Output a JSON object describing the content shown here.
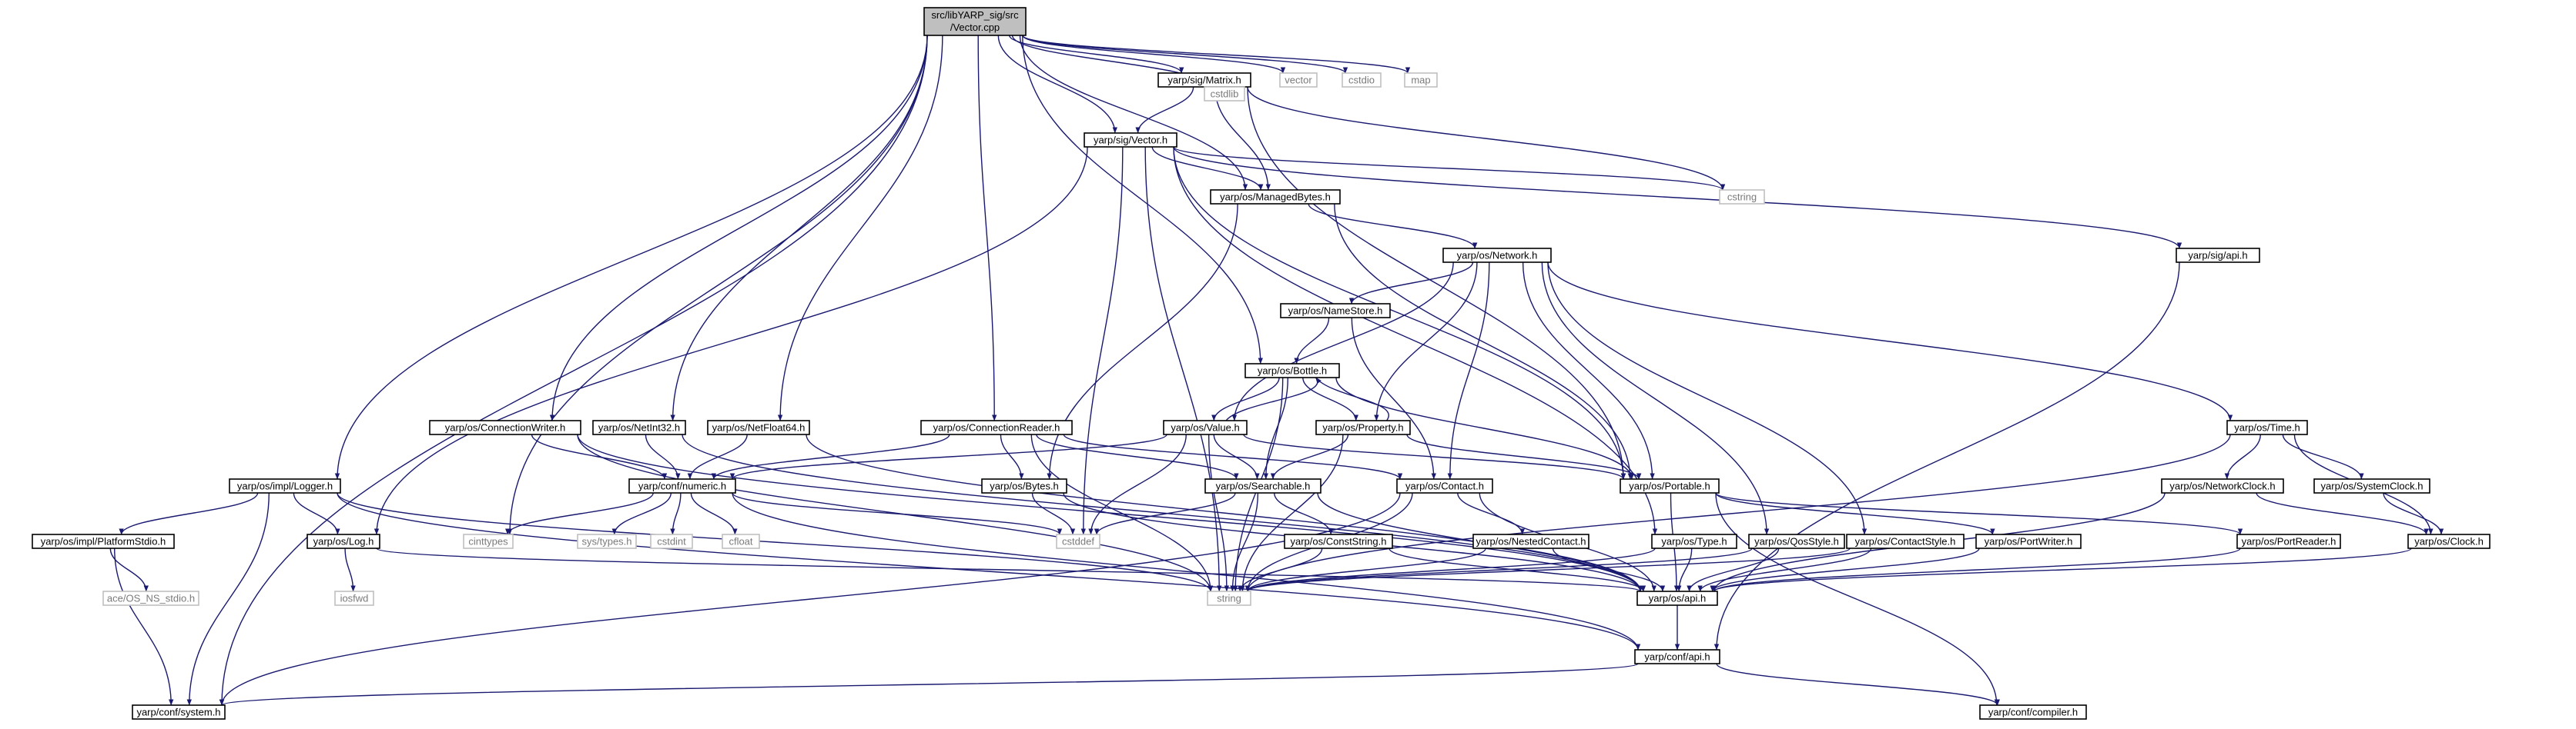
{
  "graph": {
    "root": {
      "line1": "src/libYARP_sig/src",
      "line2": "/Vector.cpp"
    },
    "colors": {
      "root_fill": "#bfbfbf",
      "root_border": "#000000",
      "node_fill": "#ffffff",
      "node_border": "#000000",
      "external_border": "#bfbfbf",
      "edge": "#191970"
    },
    "nodes": {
      "matrix_h": "yarp/sig/Matrix.h",
      "vector": "vector",
      "cstdio": "cstdio",
      "map": "map",
      "vector_h": "yarp/sig/Vector.h",
      "cstdlib": "cstdlib",
      "managedbytes_h": "yarp/os/ManagedBytes.h",
      "cstring": "cstring",
      "sig_api_h": "yarp/sig/api.h",
      "network_h": "yarp/os/Network.h",
      "namestore_h": "yarp/os/NameStore.h",
      "bottle_h": "yarp/os/Bottle.h",
      "connectionwriter_h": "yarp/os/ConnectionWriter.h",
      "netint32_h": "yarp/os/NetInt32.h",
      "netfloat64_h": "yarp/os/NetFloat64.h",
      "connectionreader_h": "yarp/os/ConnectionReader.h",
      "value_h": "yarp/os/Value.h",
      "property_h": "yarp/os/Property.h",
      "time_h": "yarp/os/Time.h",
      "logger_h": "yarp/os/impl/Logger.h",
      "numeric_h": "yarp/conf/numeric.h",
      "bytes_h": "yarp/os/Bytes.h",
      "searchable_h": "yarp/os/Searchable.h",
      "contact_h": "yarp/os/Contact.h",
      "portable_h": "yarp/os/Portable.h",
      "networkclock_h": "yarp/os/NetworkClock.h",
      "systemclock_h": "yarp/os/SystemClock.h",
      "platformstdio_h": "yarp/os/impl/PlatformStdio.h",
      "log_h": "yarp/os/Log.h",
      "cinttypes": "cinttypes",
      "systypes_h": "sys/types.h",
      "cstdint": "cstdint",
      "cfloat": "cfloat",
      "cstddef": "cstddef",
      "conststring_h": "yarp/os/ConstString.h",
      "nestedcontact_h": "yarp/os/NestedContact.h",
      "type_h": "yarp/os/Type.h",
      "qosstyle_h": "yarp/os/QosStyle.h",
      "contactstyle_h": "yarp/os/ContactStyle.h",
      "portwriter_h": "yarp/os/PortWriter.h",
      "portreader_h": "yarp/os/PortReader.h",
      "clock_h": "yarp/os/Clock.h",
      "ace_stdio_h": "ace/OS_NS_stdio.h",
      "iosfwd": "iosfwd",
      "string": "string",
      "os_api_h": "yarp/os/api.h",
      "conf_api_h": "yarp/conf/api.h",
      "system_h": "yarp/conf/system.h",
      "compiler_h": "yarp/conf/compiler.h"
    },
    "edges": [
      [
        "root",
        "matrix_h"
      ],
      [
        "root",
        "vector"
      ],
      [
        "root",
        "cstdio"
      ],
      [
        "root",
        "map"
      ],
      [
        "root",
        "vector_h"
      ],
      [
        "root",
        "cstdlib"
      ],
      [
        "root",
        "managedbytes_h"
      ],
      [
        "root",
        "bottle_h"
      ],
      [
        "root",
        "connectionwriter_h"
      ],
      [
        "root",
        "netint32_h"
      ],
      [
        "root",
        "netfloat64_h"
      ],
      [
        "root",
        "connectionreader_h"
      ],
      [
        "root",
        "logger_h"
      ],
      [
        "root",
        "cinttypes"
      ],
      [
        "root",
        "system_h"
      ],
      [
        "matrix_h",
        "vector_h"
      ],
      [
        "matrix_h",
        "cstdlib"
      ],
      [
        "matrix_h",
        "managedbytes_h"
      ],
      [
        "matrix_h",
        "cstring"
      ],
      [
        "matrix_h",
        "portable_h"
      ],
      [
        "vector_h",
        "managedbytes_h"
      ],
      [
        "vector_h",
        "cstring"
      ],
      [
        "vector_h",
        "sig_api_h"
      ],
      [
        "vector_h",
        "portable_h"
      ],
      [
        "vector_h",
        "log_h"
      ],
      [
        "vector_h",
        "string"
      ],
      [
        "vector_h",
        "cstddef"
      ],
      [
        "vector_h",
        "type_h"
      ],
      [
        "managedbytes_h",
        "network_h"
      ],
      [
        "managedbytes_h",
        "bytes_h"
      ],
      [
        "managedbytes_h",
        "portable_h"
      ],
      [
        "sig_api_h",
        "conf_api_h"
      ],
      [
        "network_h",
        "namestore_h"
      ],
      [
        "network_h",
        "value_h"
      ],
      [
        "network_h",
        "property_h"
      ],
      [
        "network_h",
        "contact_h"
      ],
      [
        "network_h",
        "portable_h"
      ],
      [
        "network_h",
        "time_h"
      ],
      [
        "network_h",
        "qosstyle_h"
      ],
      [
        "network_h",
        "contactstyle_h"
      ],
      [
        "namestore_h",
        "bottle_h"
      ],
      [
        "namestore_h",
        "contact_h"
      ],
      [
        "bottle_h",
        "value_h"
      ],
      [
        "bottle_h",
        "property_h"
      ],
      [
        "bottle_h",
        "searchable_h"
      ],
      [
        "bottle_h",
        "portable_h"
      ],
      [
        "bottle_h",
        "string"
      ],
      [
        "value_h",
        "bottle_h"
      ],
      [
        "value_h",
        "searchable_h"
      ],
      [
        "value_h",
        "numeric_h"
      ],
      [
        "value_h",
        "portable_h"
      ],
      [
        "value_h",
        "cstddef"
      ],
      [
        "value_h",
        "string"
      ],
      [
        "property_h",
        "bottle_h"
      ],
      [
        "property_h",
        "searchable_h"
      ],
      [
        "property_h",
        "portable_h"
      ],
      [
        "property_h",
        "string"
      ],
      [
        "connectionwriter_h",
        "numeric_h"
      ],
      [
        "connectionwriter_h",
        "string"
      ],
      [
        "connectionwriter_h",
        "os_api_h"
      ],
      [
        "netint32_h",
        "numeric_h"
      ],
      [
        "netint32_h",
        "os_api_h"
      ],
      [
        "netfloat64_h",
        "numeric_h"
      ],
      [
        "netfloat64_h",
        "os_api_h"
      ],
      [
        "connectionreader_h",
        "numeric_h"
      ],
      [
        "connectionreader_h",
        "bytes_h"
      ],
      [
        "connectionreader_h",
        "searchable_h"
      ],
      [
        "connectionreader_h",
        "contact_h"
      ],
      [
        "connectionreader_h",
        "string"
      ],
      [
        "time_h",
        "networkclock_h"
      ],
      [
        "time_h",
        "systemclock_h"
      ],
      [
        "time_h",
        "clock_h"
      ],
      [
        "time_h",
        "string"
      ],
      [
        "logger_h",
        "platformstdio_h"
      ],
      [
        "logger_h",
        "log_h"
      ],
      [
        "logger_h",
        "system_h"
      ],
      [
        "logger_h",
        "conf_api_h"
      ],
      [
        "logger_h",
        "string"
      ],
      [
        "numeric_h",
        "cinttypes"
      ],
      [
        "numeric_h",
        "systypes_h"
      ],
      [
        "numeric_h",
        "cstdint"
      ],
      [
        "numeric_h",
        "cfloat"
      ],
      [
        "numeric_h",
        "cstddef"
      ],
      [
        "numeric_h",
        "conf_api_h"
      ],
      [
        "bytes_h",
        "cstddef"
      ],
      [
        "bytes_h",
        "os_api_h"
      ],
      [
        "searchable_h",
        "conststring_h"
      ],
      [
        "searchable_h",
        "cstddef"
      ],
      [
        "searchable_h",
        "string"
      ],
      [
        "searchable_h",
        "os_api_h"
      ],
      [
        "contact_h",
        "nestedcontact_h"
      ],
      [
        "contact_h",
        "string"
      ],
      [
        "contact_h",
        "os_api_h"
      ],
      [
        "contact_h",
        "system_h"
      ],
      [
        "portable_h",
        "portwriter_h"
      ],
      [
        "portable_h",
        "portreader_h"
      ],
      [
        "portable_h",
        "os_api_h"
      ],
      [
        "portable_h",
        "compiler_h"
      ],
      [
        "networkclock_h",
        "clock_h"
      ],
      [
        "networkclock_h",
        "os_api_h"
      ],
      [
        "systemclock_h",
        "clock_h"
      ],
      [
        "platformstdio_h",
        "ace_stdio_h"
      ],
      [
        "platformstdio_h",
        "system_h"
      ],
      [
        "log_h",
        "iosfwd"
      ],
      [
        "log_h",
        "os_api_h"
      ],
      [
        "conststring_h",
        "string"
      ],
      [
        "conststring_h",
        "os_api_h"
      ],
      [
        "nestedcontact_h",
        "string"
      ],
      [
        "nestedcontact_h",
        "os_api_h"
      ],
      [
        "type_h",
        "string"
      ],
      [
        "type_h",
        "os_api_h"
      ],
      [
        "qosstyle_h",
        "string"
      ],
      [
        "qosstyle_h",
        "os_api_h"
      ],
      [
        "contactstyle_h",
        "string"
      ],
      [
        "contactstyle_h",
        "os_api_h"
      ],
      [
        "portwriter_h",
        "os_api_h"
      ],
      [
        "portreader_h",
        "os_api_h"
      ],
      [
        "clock_h",
        "os_api_h"
      ],
      [
        "os_api_h",
        "conf_api_h"
      ],
      [
        "conf_api_h",
        "system_h"
      ],
      [
        "conf_api_h",
        "compiler_h"
      ]
    ]
  }
}
